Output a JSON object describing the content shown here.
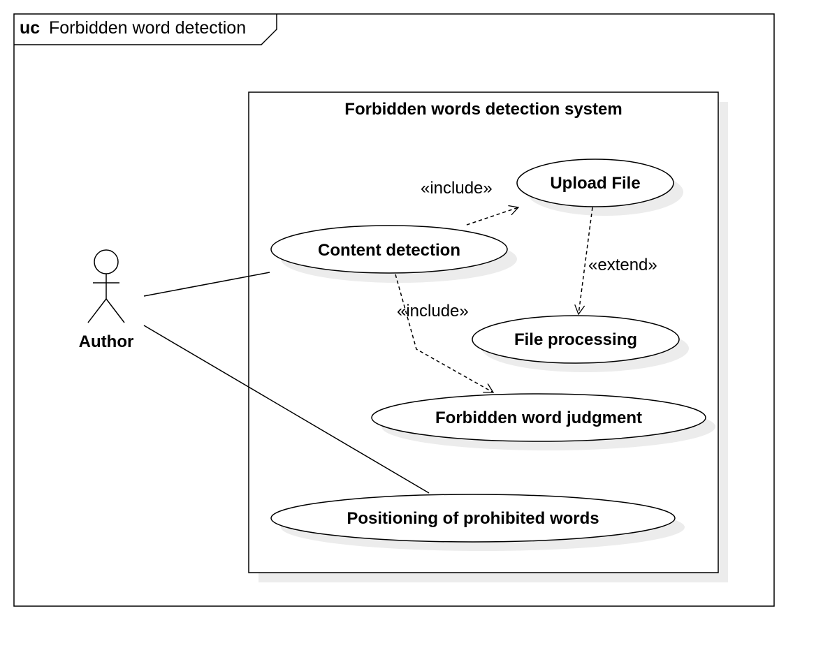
{
  "frame": {
    "keyword": "uc",
    "name": "Forbidden word detection"
  },
  "system": {
    "name": "Forbidden words detection system"
  },
  "actor": {
    "name": "Author"
  },
  "use_cases": {
    "upload_file": "Upload File",
    "content_detection": "Content detection",
    "file_processing": "File processing",
    "forbidden_word_judgment": "Forbidden word judgment",
    "positioning": "Positioning of prohibited words"
  },
  "relationships": {
    "include_upload": "«include»",
    "extend_processing": "«extend»",
    "include_judgment": "«include»"
  }
}
